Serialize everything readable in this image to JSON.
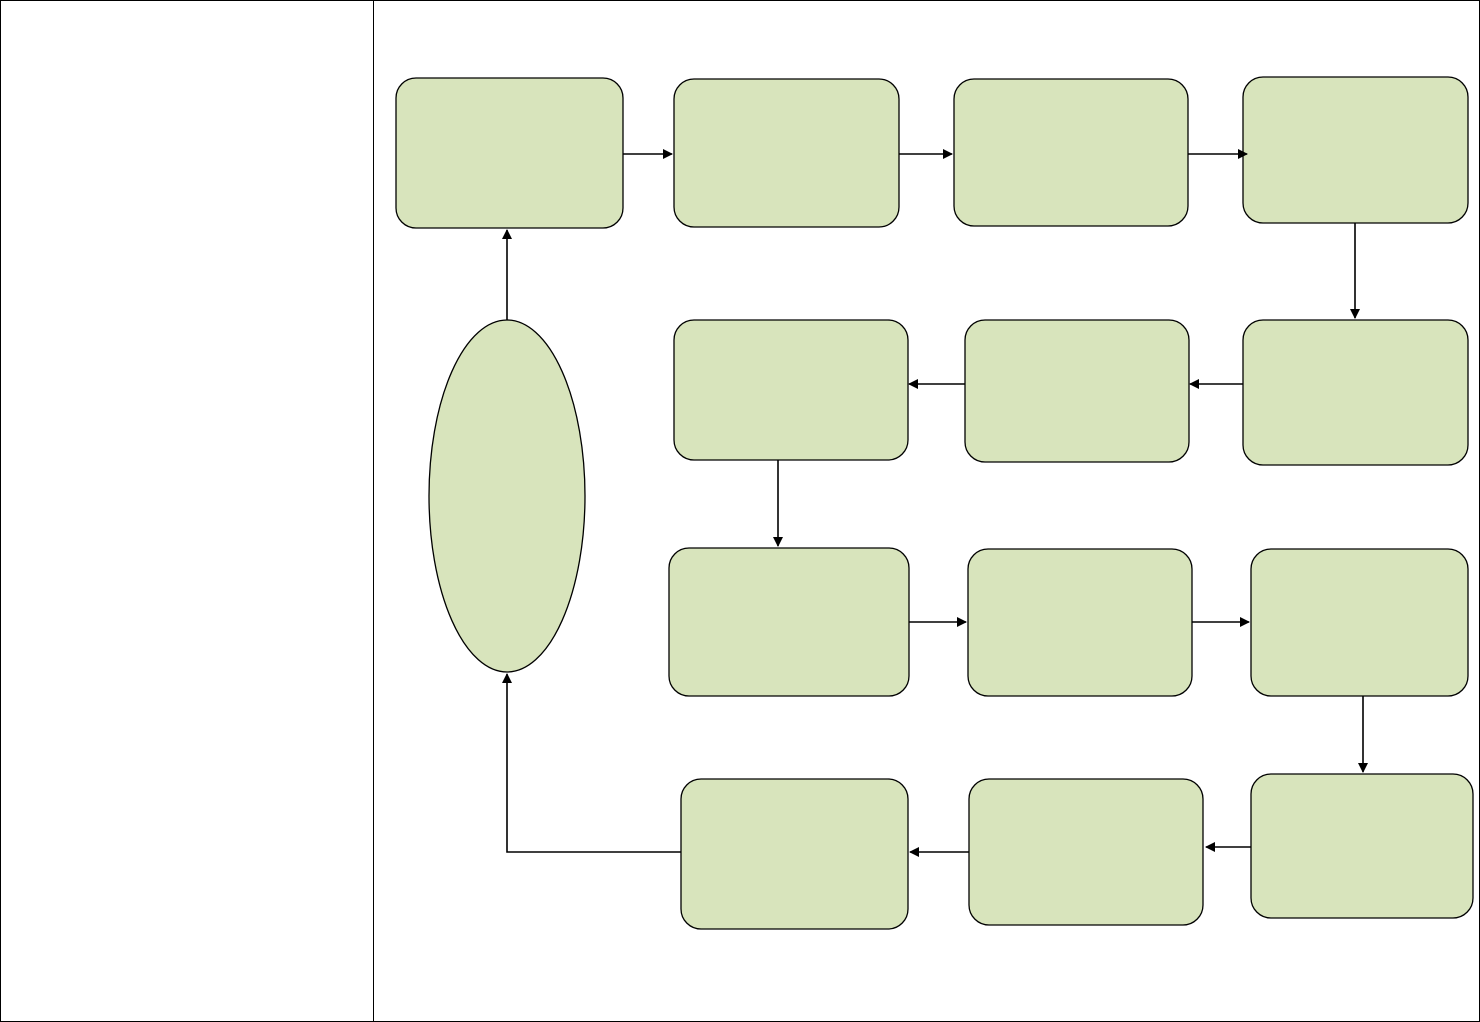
{
  "diagram": {
    "node_fill": "#d8e4bc",
    "stroke_color": "#000000",
    "left_panel_text": "",
    "nodes": [
      {
        "id": "ellipse-start",
        "shape": "ellipse",
        "label": ""
      },
      {
        "id": "r1c1",
        "shape": "rounded-rect",
        "label": ""
      },
      {
        "id": "r1c2",
        "shape": "rounded-rect",
        "label": ""
      },
      {
        "id": "r1c3",
        "shape": "rounded-rect",
        "label": ""
      },
      {
        "id": "r1c4",
        "shape": "rounded-rect",
        "label": ""
      },
      {
        "id": "r2c4",
        "shape": "rounded-rect",
        "label": ""
      },
      {
        "id": "r2c3",
        "shape": "rounded-rect",
        "label": ""
      },
      {
        "id": "r2c2",
        "shape": "rounded-rect",
        "label": ""
      },
      {
        "id": "r3c2",
        "shape": "rounded-rect",
        "label": ""
      },
      {
        "id": "r3c3",
        "shape": "rounded-rect",
        "label": ""
      },
      {
        "id": "r3c4",
        "shape": "rounded-rect",
        "label": ""
      },
      {
        "id": "r4c4",
        "shape": "rounded-rect",
        "label": ""
      },
      {
        "id": "r4c3",
        "shape": "rounded-rect",
        "label": ""
      },
      {
        "id": "r4c2",
        "shape": "rounded-rect",
        "label": ""
      }
    ],
    "edges": [
      {
        "from": "ellipse-start",
        "to": "r1c1"
      },
      {
        "from": "r1c1",
        "to": "r1c2"
      },
      {
        "from": "r1c2",
        "to": "r1c3"
      },
      {
        "from": "r1c3",
        "to": "r1c4"
      },
      {
        "from": "r1c4",
        "to": "r2c4"
      },
      {
        "from": "r2c4",
        "to": "r2c3"
      },
      {
        "from": "r2c3",
        "to": "r2c2"
      },
      {
        "from": "r2c2",
        "to": "r3c2"
      },
      {
        "from": "r3c2",
        "to": "r3c3"
      },
      {
        "from": "r3c3",
        "to": "r3c4"
      },
      {
        "from": "r3c4",
        "to": "r4c4"
      },
      {
        "from": "r4c4",
        "to": "r4c3"
      },
      {
        "from": "r4c3",
        "to": "r4c2"
      },
      {
        "from": "r4c2",
        "to": "ellipse-start"
      }
    ]
  }
}
